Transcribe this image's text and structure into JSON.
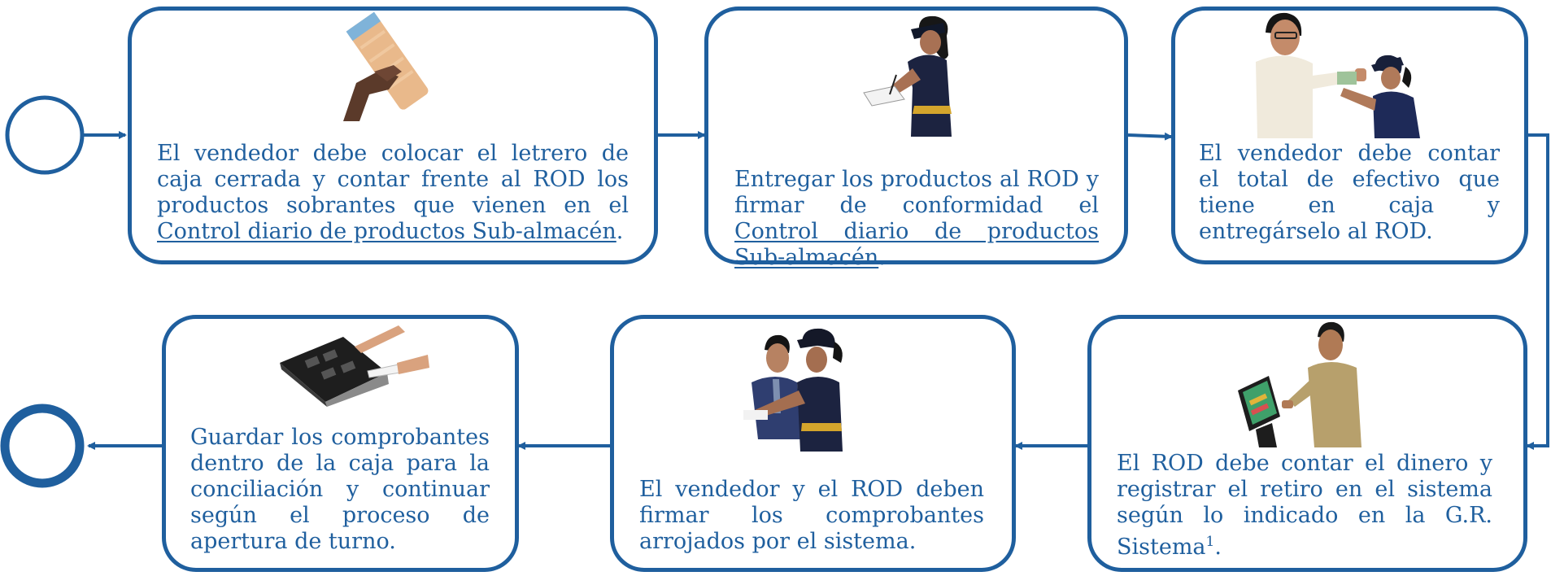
{
  "diagram": {
    "steps": [
      {
        "id": "step-1",
        "text_before": "El vendedor debe colocar el letrero de caja cerrada y contar frente al ROD los productos sobrantes que vienen en el ",
        "link": "Control diario de productos Sub-almacén",
        "text_after": ".",
        "image": "stack-of-paper-cups-photo"
      },
      {
        "id": "step-2",
        "text_before": "Entregar los productos al ROD y firmar de conformidad el ",
        "link": "Control diario de productos Sub-almacén",
        "text_after": ".",
        "image": "employee-signing-document-photo"
      },
      {
        "id": "step-3",
        "text_before": "El vendedor debe contar el total de efectivo que tiene en caja y entregárselo al ROD.",
        "image": "employee-handing-cash-to-manager-photo"
      },
      {
        "id": "step-4",
        "text_before": "El ROD debe contar el dinero y registrar el retiro en el sistema según lo indicado en la G.R. Sistema",
        "superscript": "1",
        "text_after": ".",
        "image": "manager-at-pos-terminal-photo"
      },
      {
        "id": "step-5",
        "text_before": "El vendedor y el ROD deben firmar los comprobantes arrojados por el sistema.",
        "image": "employee-and-manager-signing-photo"
      },
      {
        "id": "step-6",
        "text_before": "Guardar los comprobantes dentro de la caja para la conciliación y continuar según el proceso de apertura de turno.",
        "image": "cash-drawer-photo"
      }
    ],
    "start_node": "start-event-circle",
    "end_node": "end-event-circle",
    "colors": {
      "accent": "#1f5f9e"
    }
  }
}
